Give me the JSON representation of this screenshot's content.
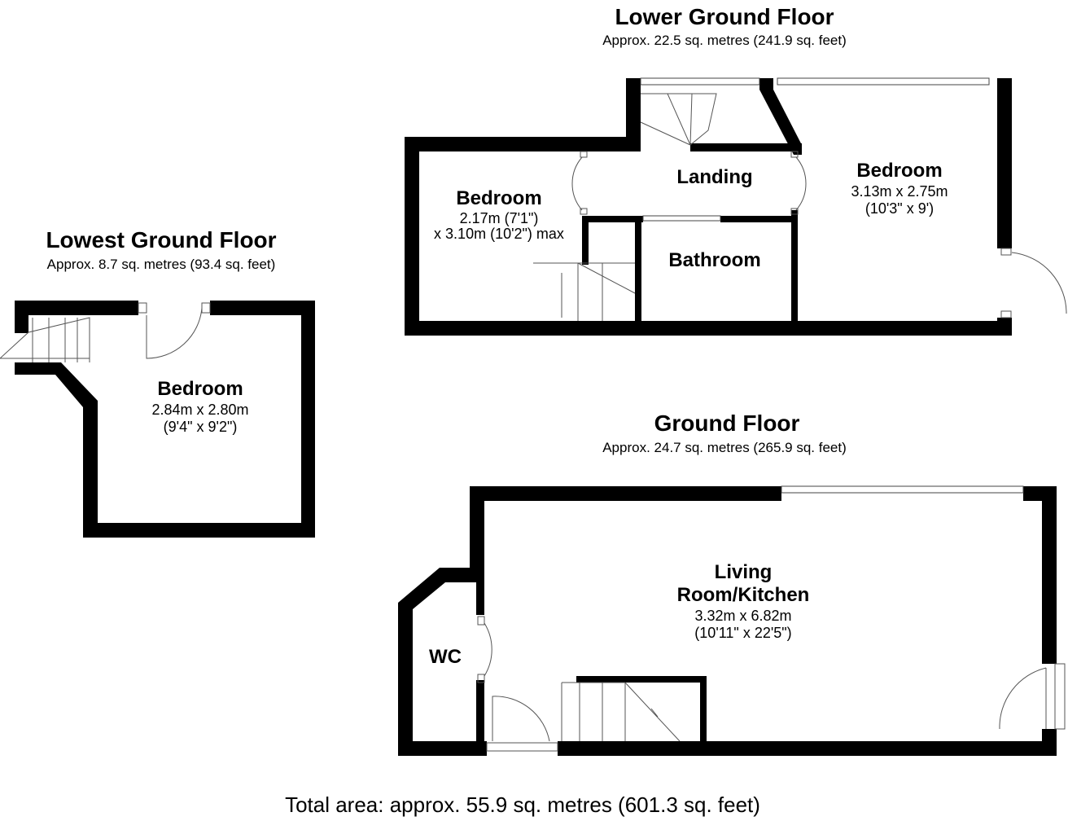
{
  "floors": {
    "lower_ground": {
      "title": "Lower Ground Floor",
      "area": "Approx. 22.5 sq. metres (241.9 sq. feet)",
      "rooms": {
        "bedroom_left": {
          "name": "Bedroom",
          "dim1": "2.17m (7'1\")",
          "dim2": "x 3.10m (10'2\") max"
        },
        "landing": {
          "name": "Landing"
        },
        "bathroom": {
          "name": "Bathroom"
        },
        "bedroom_right": {
          "name": "Bedroom",
          "dim1": "3.13m x 2.75m",
          "dim2": "(10'3\" x 9')"
        }
      }
    },
    "lowest_ground": {
      "title": "Lowest Ground Floor",
      "area": "Approx. 8.7 sq. metres (93.4 sq. feet)",
      "rooms": {
        "bedroom": {
          "name": "Bedroom",
          "dim1": "2.84m x 2.80m",
          "dim2": "(9'4\" x 9'2\")"
        }
      }
    },
    "ground": {
      "title": "Ground Floor",
      "area": "Approx. 24.7 sq. metres (265.9 sq. feet)",
      "rooms": {
        "living": {
          "name1": "Living",
          "name2": "Room/Kitchen",
          "dim1": "3.32m x 6.82m",
          "dim2": "(10'11\" x 22'5\")"
        },
        "wc": {
          "name": "WC"
        }
      }
    }
  },
  "total_area": "Total area: approx. 55.9 sq. metres (601.3 sq. feet)"
}
